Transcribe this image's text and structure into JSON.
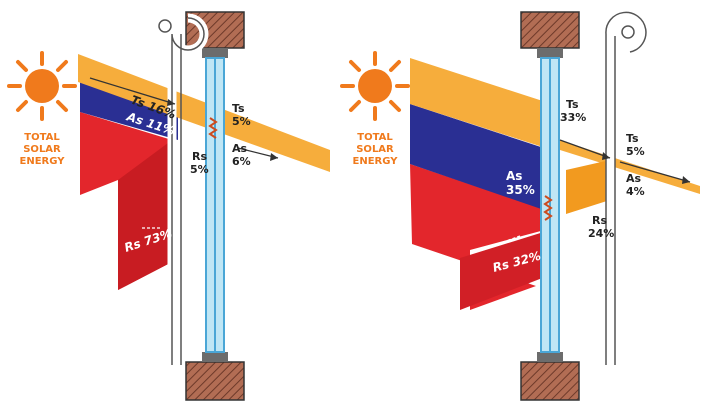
{
  "colors": {
    "orange": "#f6ad3c",
    "orange_dark": "#f29a1f",
    "blue": "#2a2f93",
    "red": "#e3262c",
    "glass": "#bfe6f5",
    "glass_edge": "#4aa6d6",
    "brick": "#a0604a",
    "sun": "#f07a1c"
  },
  "sun_label": [
    "TOTAL",
    "SOLAR",
    "ENERGY"
  ],
  "left": {
    "ts_outer": "Ts 16%",
    "as_outer": "As 11%",
    "rs_outer": "Rs 73%",
    "ts_inner": [
      "Ts",
      "5%"
    ],
    "rs_inner": [
      "Rs",
      "5%"
    ],
    "as_inner": [
      "As",
      "6%"
    ]
  },
  "right": {
    "ts_outer": [
      "Ts",
      "33%"
    ],
    "as_outer": [
      "As",
      "35%"
    ],
    "rs_outer": "Rs 32%",
    "ts_inner": [
      "Ts",
      "5%"
    ],
    "as_inner": [
      "As",
      "4%"
    ],
    "rs_inner": [
      "Rs",
      "24%"
    ]
  }
}
